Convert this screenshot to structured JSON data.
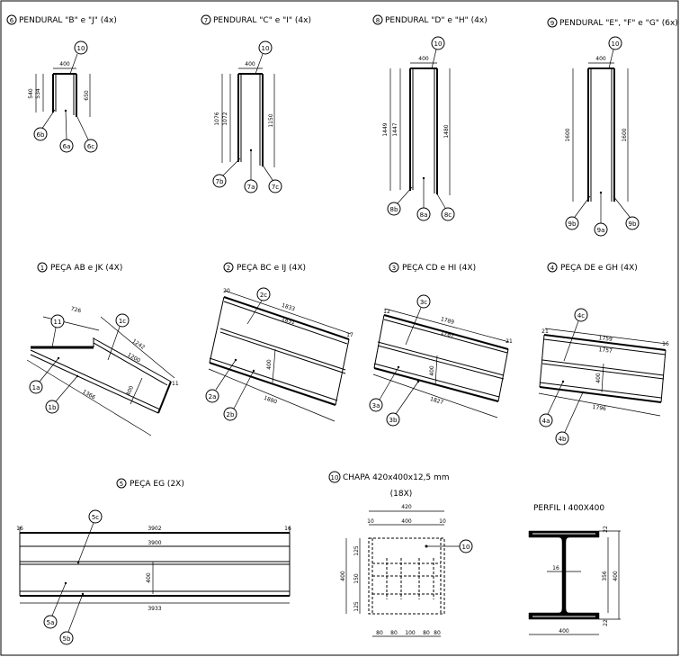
{
  "views": {
    "pend_bj": {
      "num": "6",
      "title": "PENDURAL \"B\" e \"J\" (4x)",
      "w": "400",
      "h1": "540",
      "h2": "534",
      "h3": "650",
      "tag": "10",
      "parts": [
        "6b",
        "6a",
        "6c"
      ]
    },
    "pend_ci": {
      "num": "7",
      "title": "PENDURAL \"C\" e \"I\" (4x)",
      "w": "400",
      "h1": "1076",
      "h2": "1072",
      "h3": "1150",
      "tag": "10",
      "parts": [
        "7b",
        "7a",
        "7c"
      ]
    },
    "pend_dh": {
      "num": "8",
      "title": "PENDURAL \"D\" e \"H\" (4x)",
      "w": "400",
      "h1": "1449",
      "h2": "1447",
      "h3": "1480",
      "tag": "10",
      "parts": [
        "8b",
        "8a",
        "8c"
      ]
    },
    "pend_efg": {
      "num": "9",
      "title": "PENDURAL \"E\", \"F\" e \"G\" (6x)",
      "w": "400",
      "h1": "1600",
      "h3": "1600",
      "tag": "10",
      "parts": [
        "9b",
        "9a",
        "9b"
      ]
    },
    "peca_ab": {
      "num": "1",
      "title": "PEÇA AB e JK (4X)",
      "d1": "726",
      "d2": "1242",
      "d3": "1200",
      "d4": "1366",
      "d5": "400",
      "d6": "11",
      "tag": "11",
      "parts": [
        "1c",
        "1a",
        "1b"
      ]
    },
    "peca_bc": {
      "num": "2",
      "title": "PEÇA BC e IJ (4X)",
      "d0": "20",
      "d1": "1833",
      "d2": "1831",
      "d3": "400",
      "d4": "1880",
      "d5": "17",
      "parts": [
        "2c",
        "2a",
        "2b"
      ]
    },
    "peca_cd": {
      "num": "3",
      "title": "PEÇA CD e HI (4X)",
      "d0": "12",
      "d1": "1789",
      "d2": "1787",
      "d3": "400",
      "d4": "1827",
      "d5": "21",
      "parts": [
        "3c",
        "3a",
        "3b"
      ]
    },
    "peca_de": {
      "num": "4",
      "title": "PEÇA DE e GH (4X)",
      "d0": "21",
      "d1": "1759",
      "d2": "1757",
      "d3": "400",
      "d4": "1796",
      "d5": "16",
      "parts": [
        "4c",
        "4a",
        "4b"
      ]
    },
    "peca_eg": {
      "num": "5",
      "title": "PEÇA EG (2X)",
      "d0": "16",
      "d1": "3902",
      "d2": "3900",
      "d3": "400",
      "d4": "3933",
      "d5": "16",
      "parts": [
        "5c",
        "5a",
        "5b"
      ]
    },
    "chapa": {
      "num": "10",
      "title": "CHAPA 420x400x12,5 mm",
      "sub": "(18X)",
      "w": "420",
      "w1": "10",
      "w2": "400",
      "w3": "10",
      "h": "400",
      "h1": "125",
      "h2": "150",
      "h3": "125",
      "b": [
        "80",
        "80",
        "100",
        "80",
        "80"
      ],
      "tag": "10"
    },
    "perfil": {
      "title": "PERFIL I 400X400",
      "t1": "22",
      "t2": "22",
      "web": "16",
      "h1": "356",
      "h2": "400",
      "w": "400"
    }
  }
}
